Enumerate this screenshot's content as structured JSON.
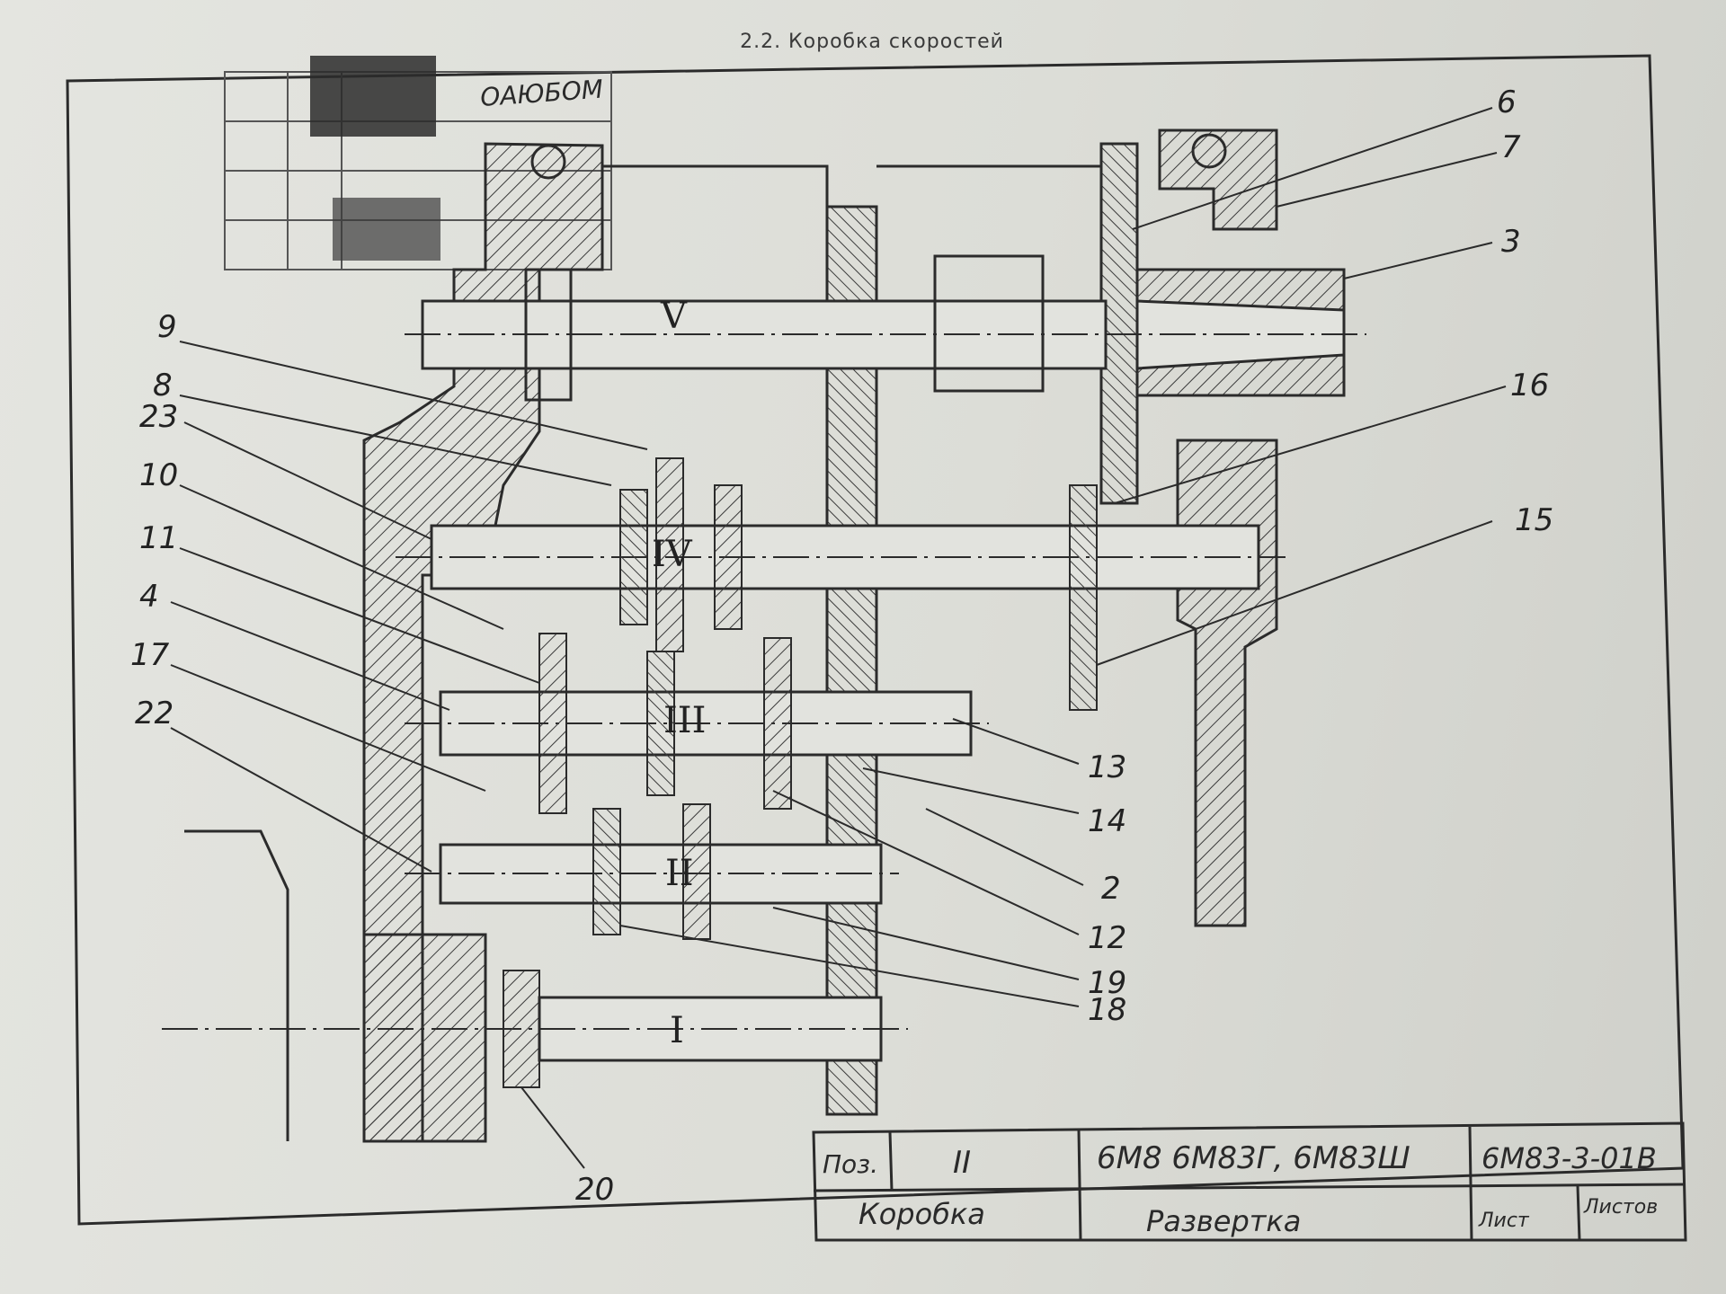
{
  "header": {
    "title": "2.2. Коробка скоростей"
  },
  "shafts": [
    {
      "id": "V",
      "label": "V"
    },
    {
      "id": "IV",
      "label": "IV"
    },
    {
      "id": "III",
      "label": "III"
    },
    {
      "id": "II",
      "label": "II"
    },
    {
      "id": "I",
      "label": "I"
    }
  ],
  "callouts_left": [
    "9",
    "8",
    "23",
    "10",
    "11",
    "4",
    "17",
    "22"
  ],
  "callouts_right": [
    "6",
    "7",
    "3",
    "16",
    "15",
    "13",
    "14",
    "2",
    "12",
    "19",
    "18"
  ],
  "callouts_bottom": [
    "20"
  ],
  "stamp": {
    "text": "ОАЮБОМ"
  },
  "title_block": {
    "pos_label": "Поз.",
    "pos_value": "II",
    "models": "6М8  6М83Г, 6М83Ш",
    "doc_code": "6М83-3-01В",
    "name_1": "Коробка",
    "name_2": "Развертка",
    "sheet_label": "Лист",
    "sheets_label": "Листов"
  },
  "colors": {
    "paper": "#e0e1dc",
    "ink": "#2b2b2b",
    "hatch": "#3a3a3a"
  }
}
